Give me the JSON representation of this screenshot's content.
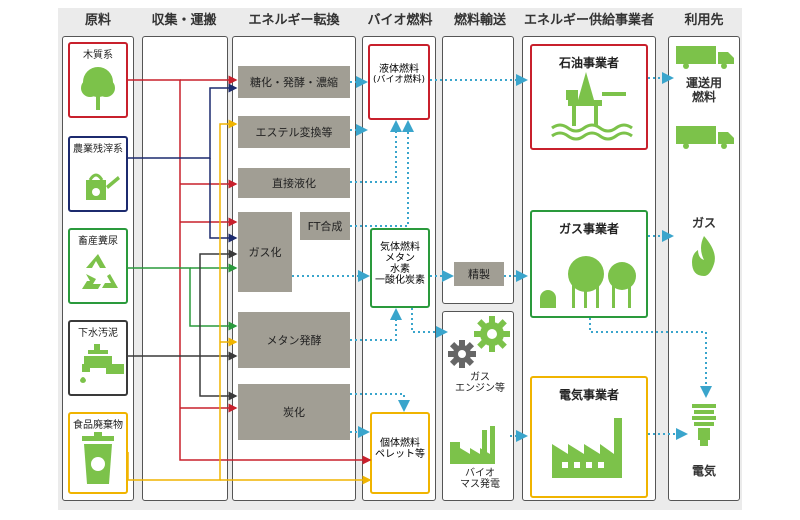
{
  "headers": {
    "raw": "原料",
    "collect": "収集・運搬",
    "convert": "エネルギー転換",
    "biofuel": "バイオ燃料",
    "transport": "燃料輸送",
    "supplier": "エネルギー供給事業者",
    "use": "利用先"
  },
  "sources": [
    "木質系",
    "農業残滓系",
    "畜産糞尿",
    "下水汚泥",
    "食品廃棄物"
  ],
  "processes": {
    "saccharify": "糖化・発酵・濃縮",
    "ester": "エステル変換等",
    "liquefy": "直接液化",
    "gasify": "ガス化",
    "ft": "FT合成",
    "methane": "メタン発酵",
    "carbonize": "炭化"
  },
  "fuels": {
    "liquid": [
      "液体燃料",
      "(バイオ燃料)"
    ],
    "gas": [
      "気体燃料",
      "メタン",
      "水素",
      "一酸化炭素"
    ],
    "solid": [
      "個体燃料",
      "ペレット等"
    ]
  },
  "transport": {
    "refine": "精製",
    "gas_engine": [
      "ガス",
      "エンジン等"
    ],
    "biomass_power": [
      "バイオ",
      "マス発電"
    ]
  },
  "suppliers": {
    "oil": "石油事業者",
    "gas": "ガス事業者",
    "electric": "電気事業者"
  },
  "uses": {
    "transport_fuel": [
      "運送用",
      "燃料"
    ],
    "gas": "ガス",
    "electricity": "電気"
  },
  "colors": {
    "wood": "#c8202c",
    "agri": "#1c2a6e",
    "livestock": "#2a9a3c",
    "sewage": "#3a3a3a",
    "food": "#f0b400",
    "process": "#a19e94",
    "flow": "#3aa5cc",
    "green": "#7cc24a"
  }
}
